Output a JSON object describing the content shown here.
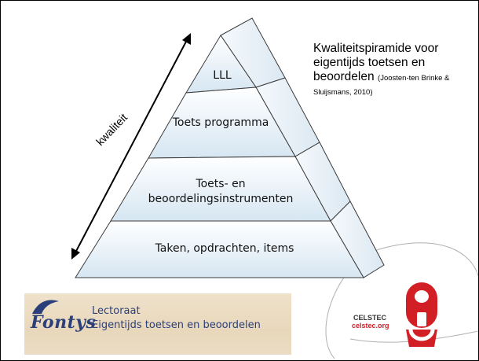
{
  "title": {
    "main": "Kwaliteitspiramide voor eigentijds toetsen en beoordelen",
    "reference": "(Joosten-ten Brinke & Sluijsmans, 2010)"
  },
  "axis_label": "kwaliteit",
  "pyramid": {
    "layers": [
      {
        "label": "LLL"
      },
      {
        "label": "Toets programma"
      },
      {
        "label": "Toets- en beoordelingsinstrumenten"
      },
      {
        "label": "Taken, opdrachten, items"
      }
    ]
  },
  "footer": {
    "fontys_logo": "Fontys",
    "lectoraat_title": "Lectoraat",
    "lectoraat_subtitle": "Eigentijds toetsen en beoordelen",
    "celstec_name": "CELSTEC",
    "celstec_url": "celstec.org"
  },
  "colors": {
    "layer_fill_top": "#ffffff",
    "layer_fill_bottom": "#d6e6f2",
    "side_fill": "#eaf2f8",
    "stroke": "#3b3b3b",
    "banner": "#ecdfc7",
    "fontys_blue": "#2b3f7a",
    "celstec_red": "#d21f26"
  }
}
